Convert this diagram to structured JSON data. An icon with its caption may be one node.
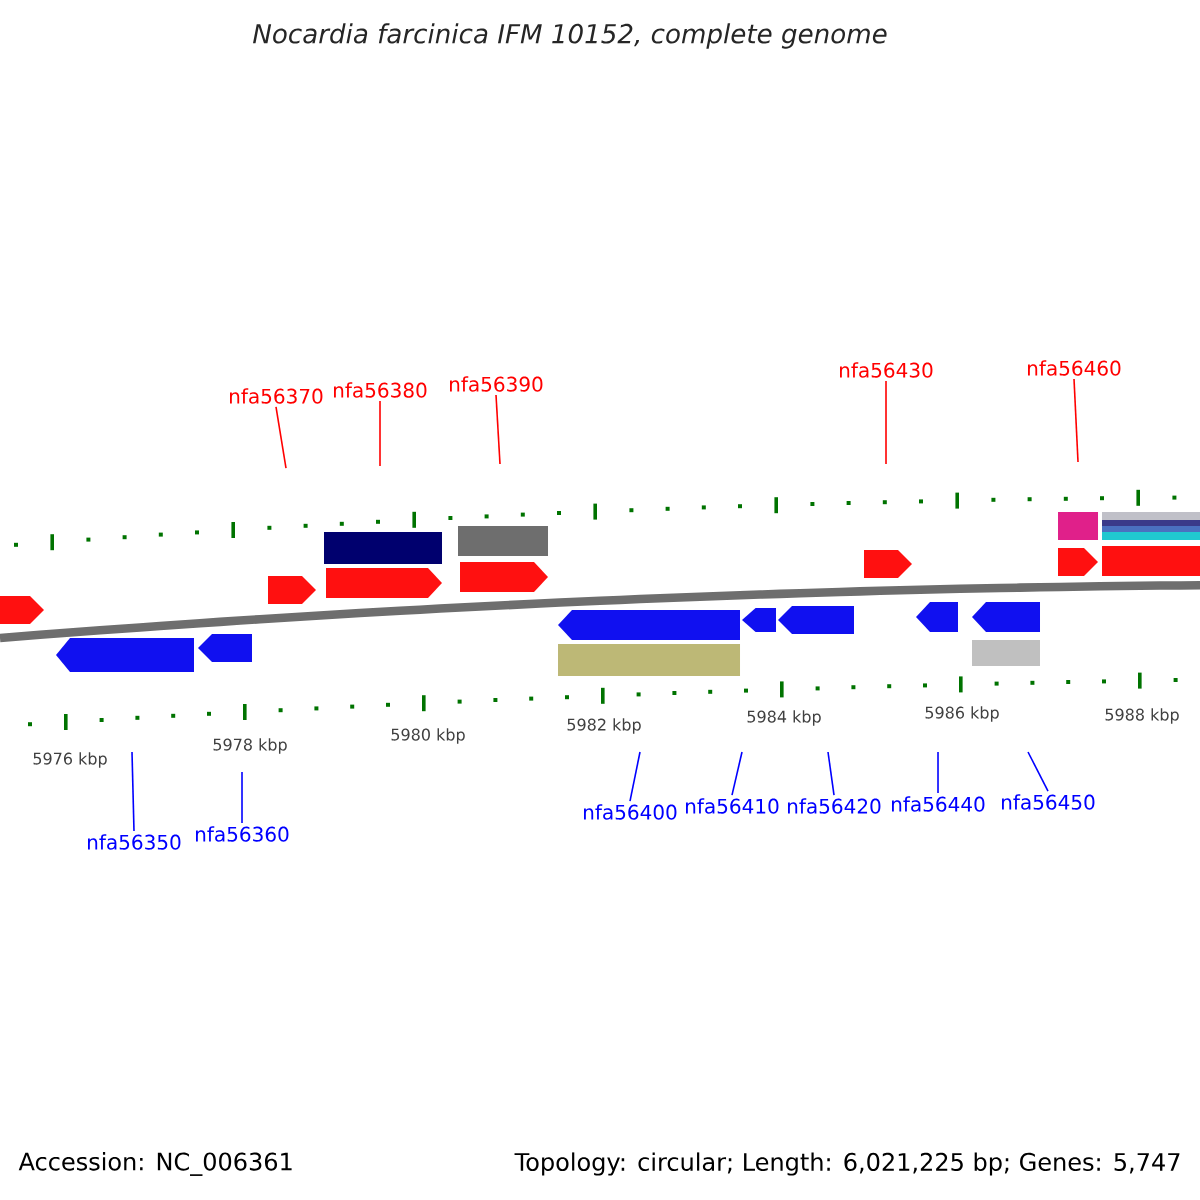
{
  "diagram": {
    "title": "Nocardia farcinica IFM 10152, complete genome",
    "nodes": [
      {
        "text": [
          "nfa56370"
        ]
      },
      {
        "text": [
          "nfa56380"
        ]
      },
      {
        "text": [
          "nfa56390"
        ]
      },
      {
        "text": [
          "nfa56430"
        ]
      },
      {
        "text": [
          "nfa56460"
        ]
      },
      {
        "text": [
          "nfa56350"
        ]
      },
      {
        "text": [
          "nfa56360"
        ]
      },
      {
        "text": [
          "nfa56400"
        ]
      },
      {
        "text": [
          "nfa56410"
        ]
      },
      {
        "text": [
          "nfa56420"
        ]
      },
      {
        "text": [
          "nfa56440"
        ]
      },
      {
        "text": [
          "nfa56450"
        ]
      }
    ],
    "edges": [
      {
        "from": 0,
        "to": null,
        "arrow": "none",
        "color": "#ff0000"
      },
      {
        "from": 1,
        "to": null,
        "arrow": "none",
        "color": "#ff0000"
      },
      {
        "from": 2,
        "to": null,
        "arrow": "none",
        "color": "#ff0000"
      },
      {
        "from": 3,
        "to": null,
        "arrow": "none",
        "color": "#ff0000"
      },
      {
        "from": 4,
        "to": null,
        "arrow": "none",
        "color": "#ff0000"
      },
      {
        "from": 5,
        "to": null,
        "arrow": "none",
        "color": "#0000ff"
      },
      {
        "from": 6,
        "to": null,
        "arrow": "none",
        "color": "#0000ff"
      },
      {
        "from": 7,
        "to": null,
        "arrow": "none",
        "color": "#0000ff"
      },
      {
        "from": 8,
        "to": null,
        "arrow": "none",
        "color": "#0000ff"
      },
      {
        "from": 9,
        "to": null,
        "arrow": "none",
        "color": "#0000ff"
      },
      {
        "from": 10,
        "to": null,
        "arrow": "none",
        "color": "#0000ff"
      },
      {
        "from": 11,
        "to": null,
        "arrow": "none",
        "color": "#0000ff"
      }
    ],
    "labels": [
      "5976 kbp",
      "5978 kbp",
      "5980 kbp",
      "5982 kbp",
      "5984 kbp",
      "5986 kbp",
      "5988 kbp",
      "Accession: NC_006361",
      "Topology: circular; Length: 6,021,225 bp; Genes: 5,747"
    ]
  }
}
